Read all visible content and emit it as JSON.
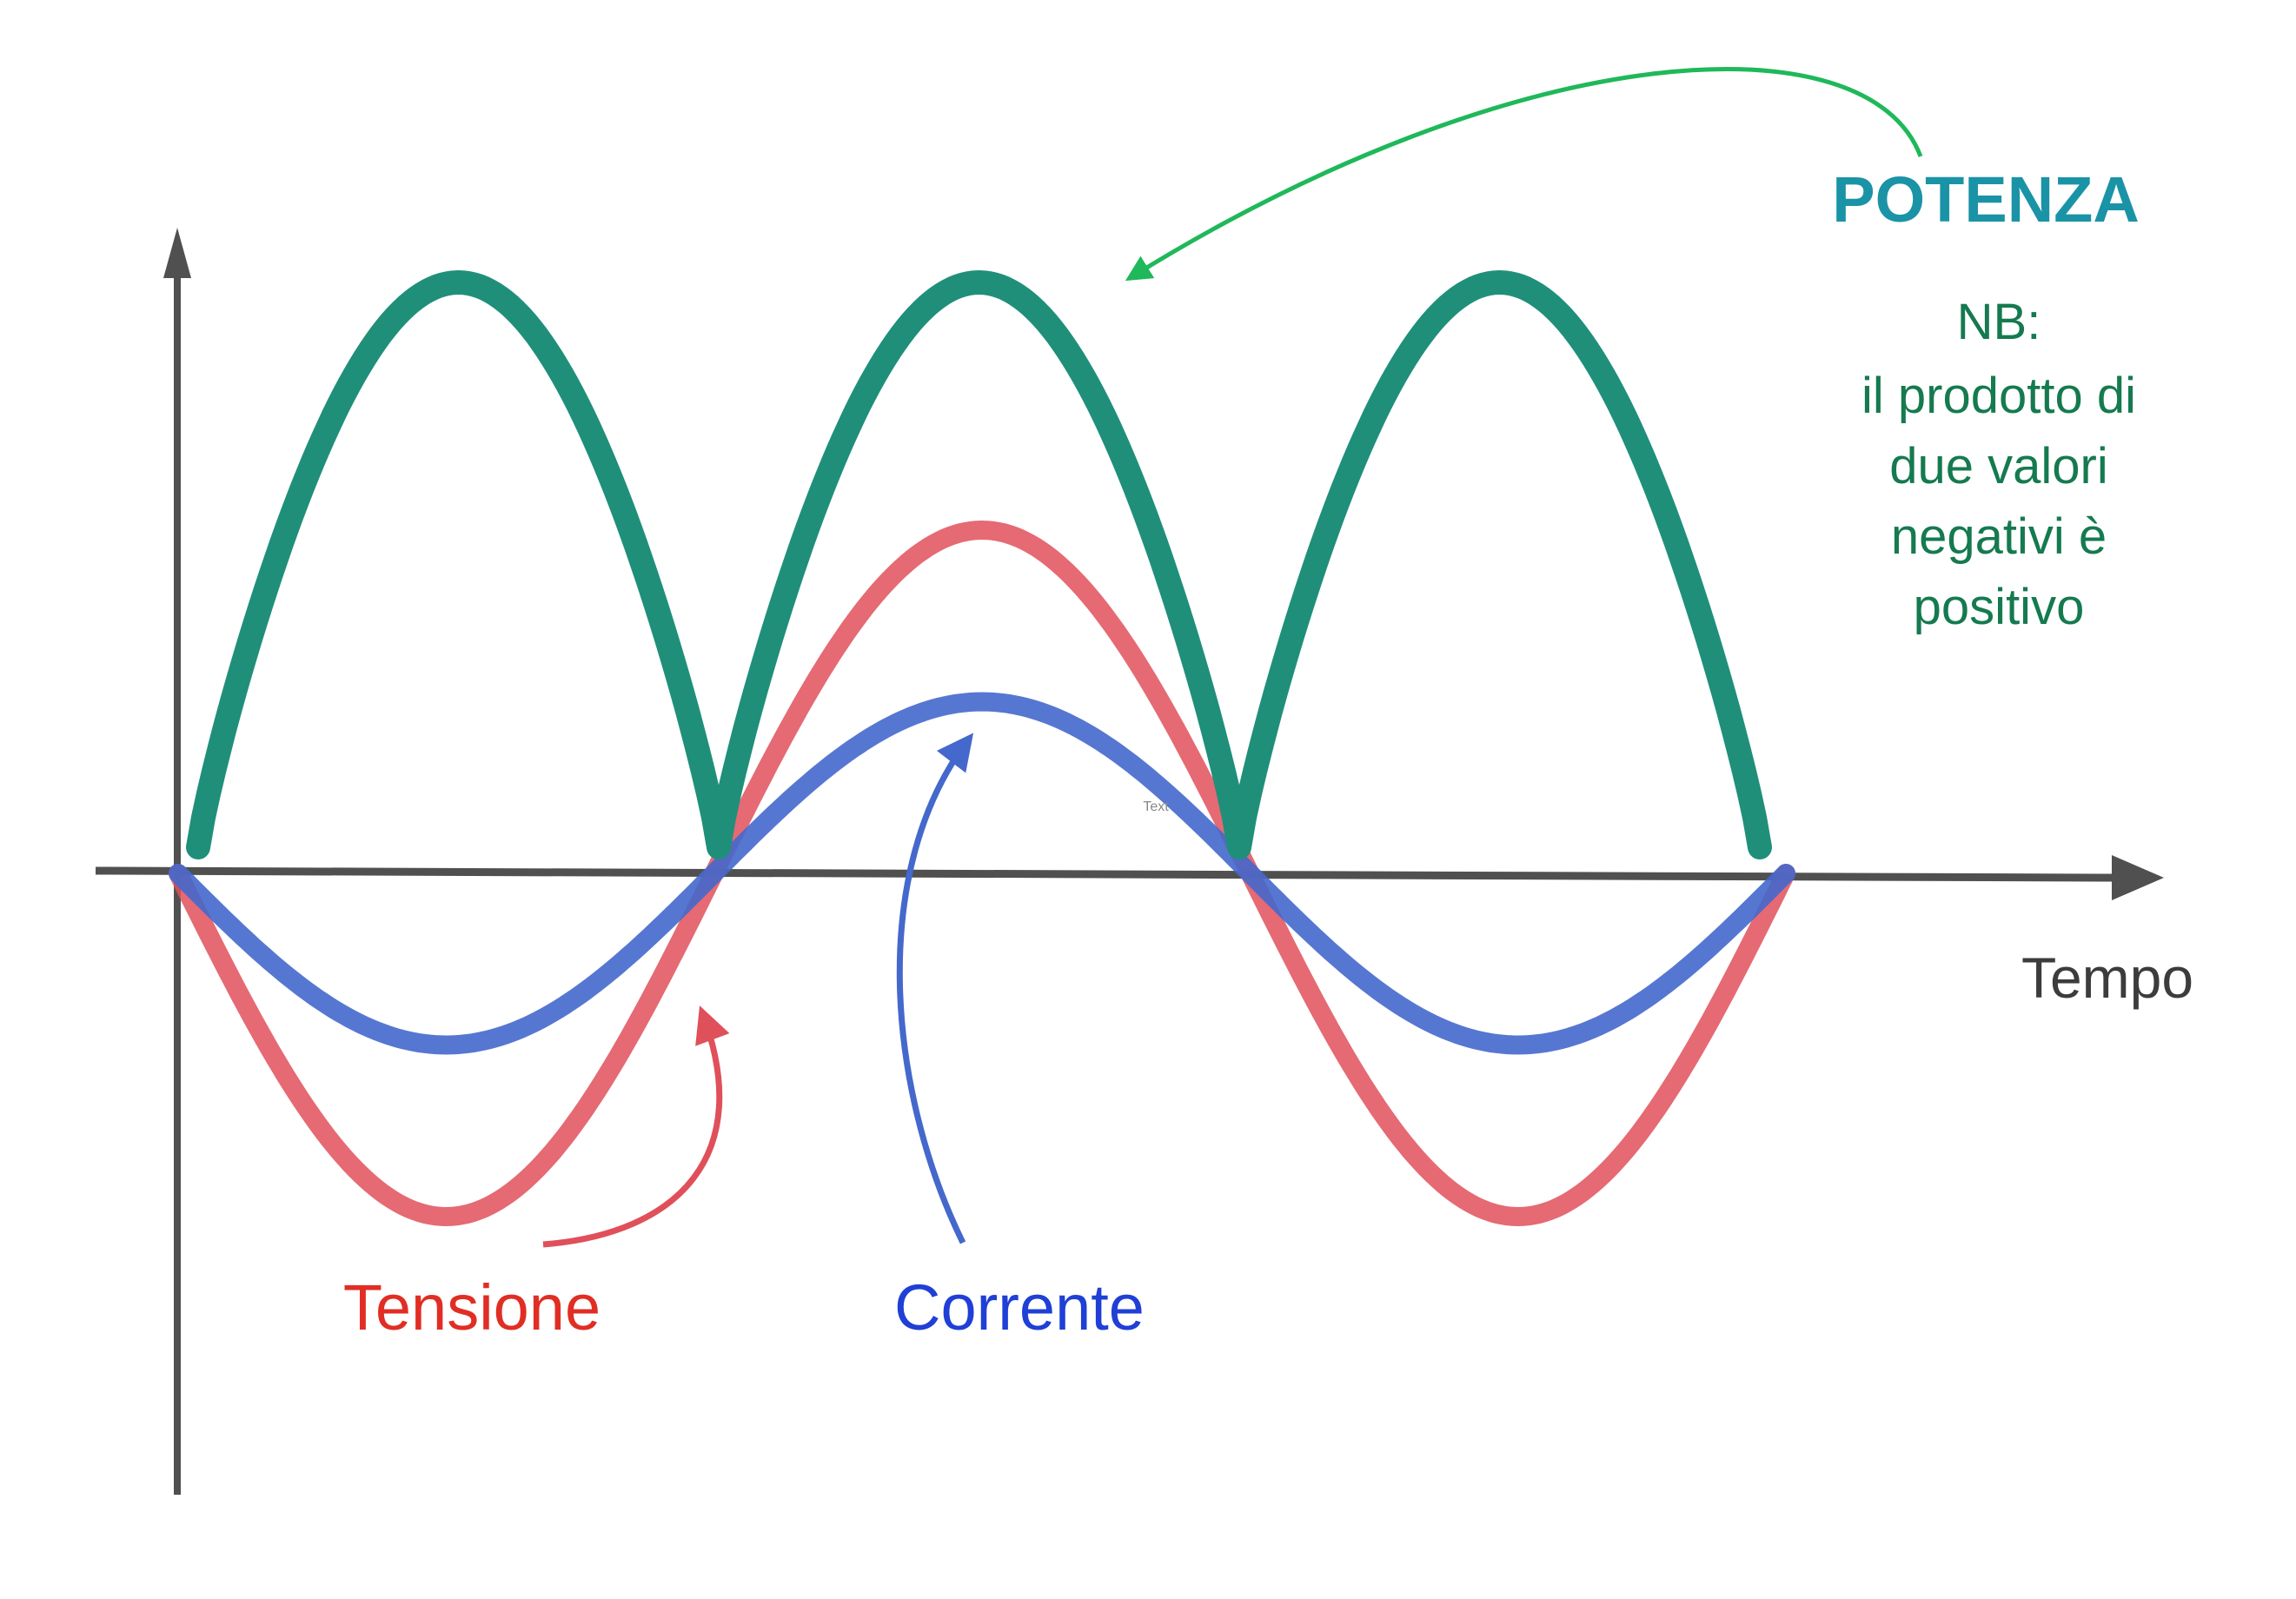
{
  "labels": {
    "potenza": "POTENZA",
    "nb": "NB:",
    "nb_lines": [
      "il prodotto di",
      "due valori",
      "negativi è",
      "positivo"
    ],
    "tempo": "Tempo",
    "tensione": "Tensione",
    "corrente": "Corrente",
    "text_mark": "Text"
  },
  "colors": {
    "axis": "#505050",
    "potenza": "#1f8f7a",
    "potenza_title": "#1b93a6",
    "nb_text": "#157a4f",
    "tensione": "#e0505a",
    "tensione_label": "#e02e24",
    "corrente": "#4468cc",
    "corrente_label": "#1f3fd6",
    "potenza_arrow": "#1fb85a",
    "tempo": "#3c3c3c"
  },
  "curves": {
    "tensione_relative_amplitude": 1.0,
    "corrente_relative_amplitude": 0.5,
    "half_periods": 3,
    "starts_negative": true
  }
}
